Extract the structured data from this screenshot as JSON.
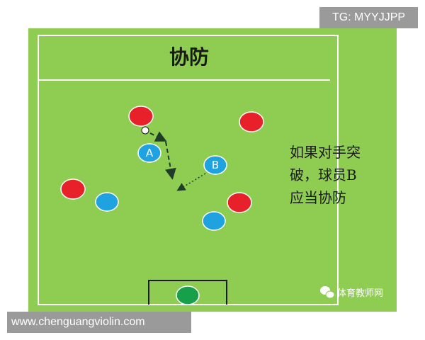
{
  "badge": {
    "tg": "TG: MYYJJPP"
  },
  "footer": {
    "url": "www.chenguangviolin.com"
  },
  "diagram": {
    "title": "协防",
    "note_lines": [
      "如果对手突",
      "破，球员B",
      "应当协防"
    ],
    "players": {
      "a_label": "A",
      "b_label": "B"
    },
    "watermark": "体育教师网"
  },
  "colors": {
    "pitch": "#8fcc52",
    "line": "#ffffff",
    "opponent": "#e8202a",
    "teammate": "#1ea3e0",
    "goalkeeper": "#17a04a",
    "arrow": "#1f3b2a",
    "badge": "#9a9a9a"
  },
  "icons": {
    "watermark_icon": "wechat-icon",
    "ball": "ball-icon"
  }
}
